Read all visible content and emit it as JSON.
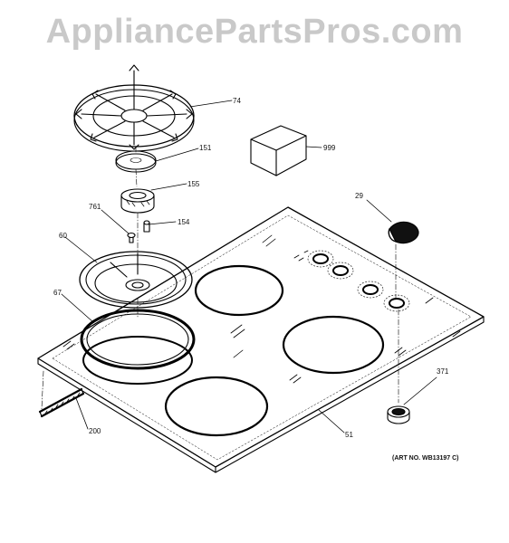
{
  "watermark": "AppliancePartsPros.com",
  "art_no": "(ART NO. WB13197 C)",
  "callouts": {
    "c74": "74",
    "c151": "151",
    "c999": "999",
    "c155": "155",
    "c761": "761",
    "c154": "154",
    "c29": "29",
    "c60": "60",
    "c67": "67",
    "c371": "371",
    "c200": "200",
    "c51": "51"
  }
}
